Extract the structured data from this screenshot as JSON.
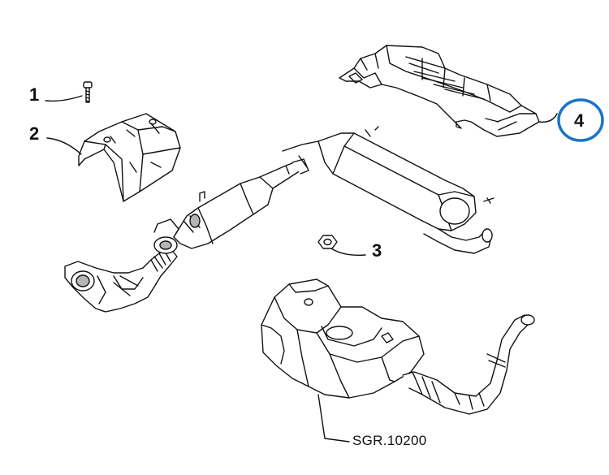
{
  "callouts": {
    "c1": "1",
    "c2": "2",
    "c3": "3",
    "c4": "4"
  },
  "reference": "SGR.10200",
  "colors": {
    "line": "#111111",
    "fill": "#ffffff",
    "shade": "#b5b5b5",
    "highlight": "#1a73c8"
  },
  "parts": [
    "bolt",
    "heat-shield",
    "nut",
    "underbody-heat-shield",
    "exhaust-system",
    "fuel-tank"
  ]
}
